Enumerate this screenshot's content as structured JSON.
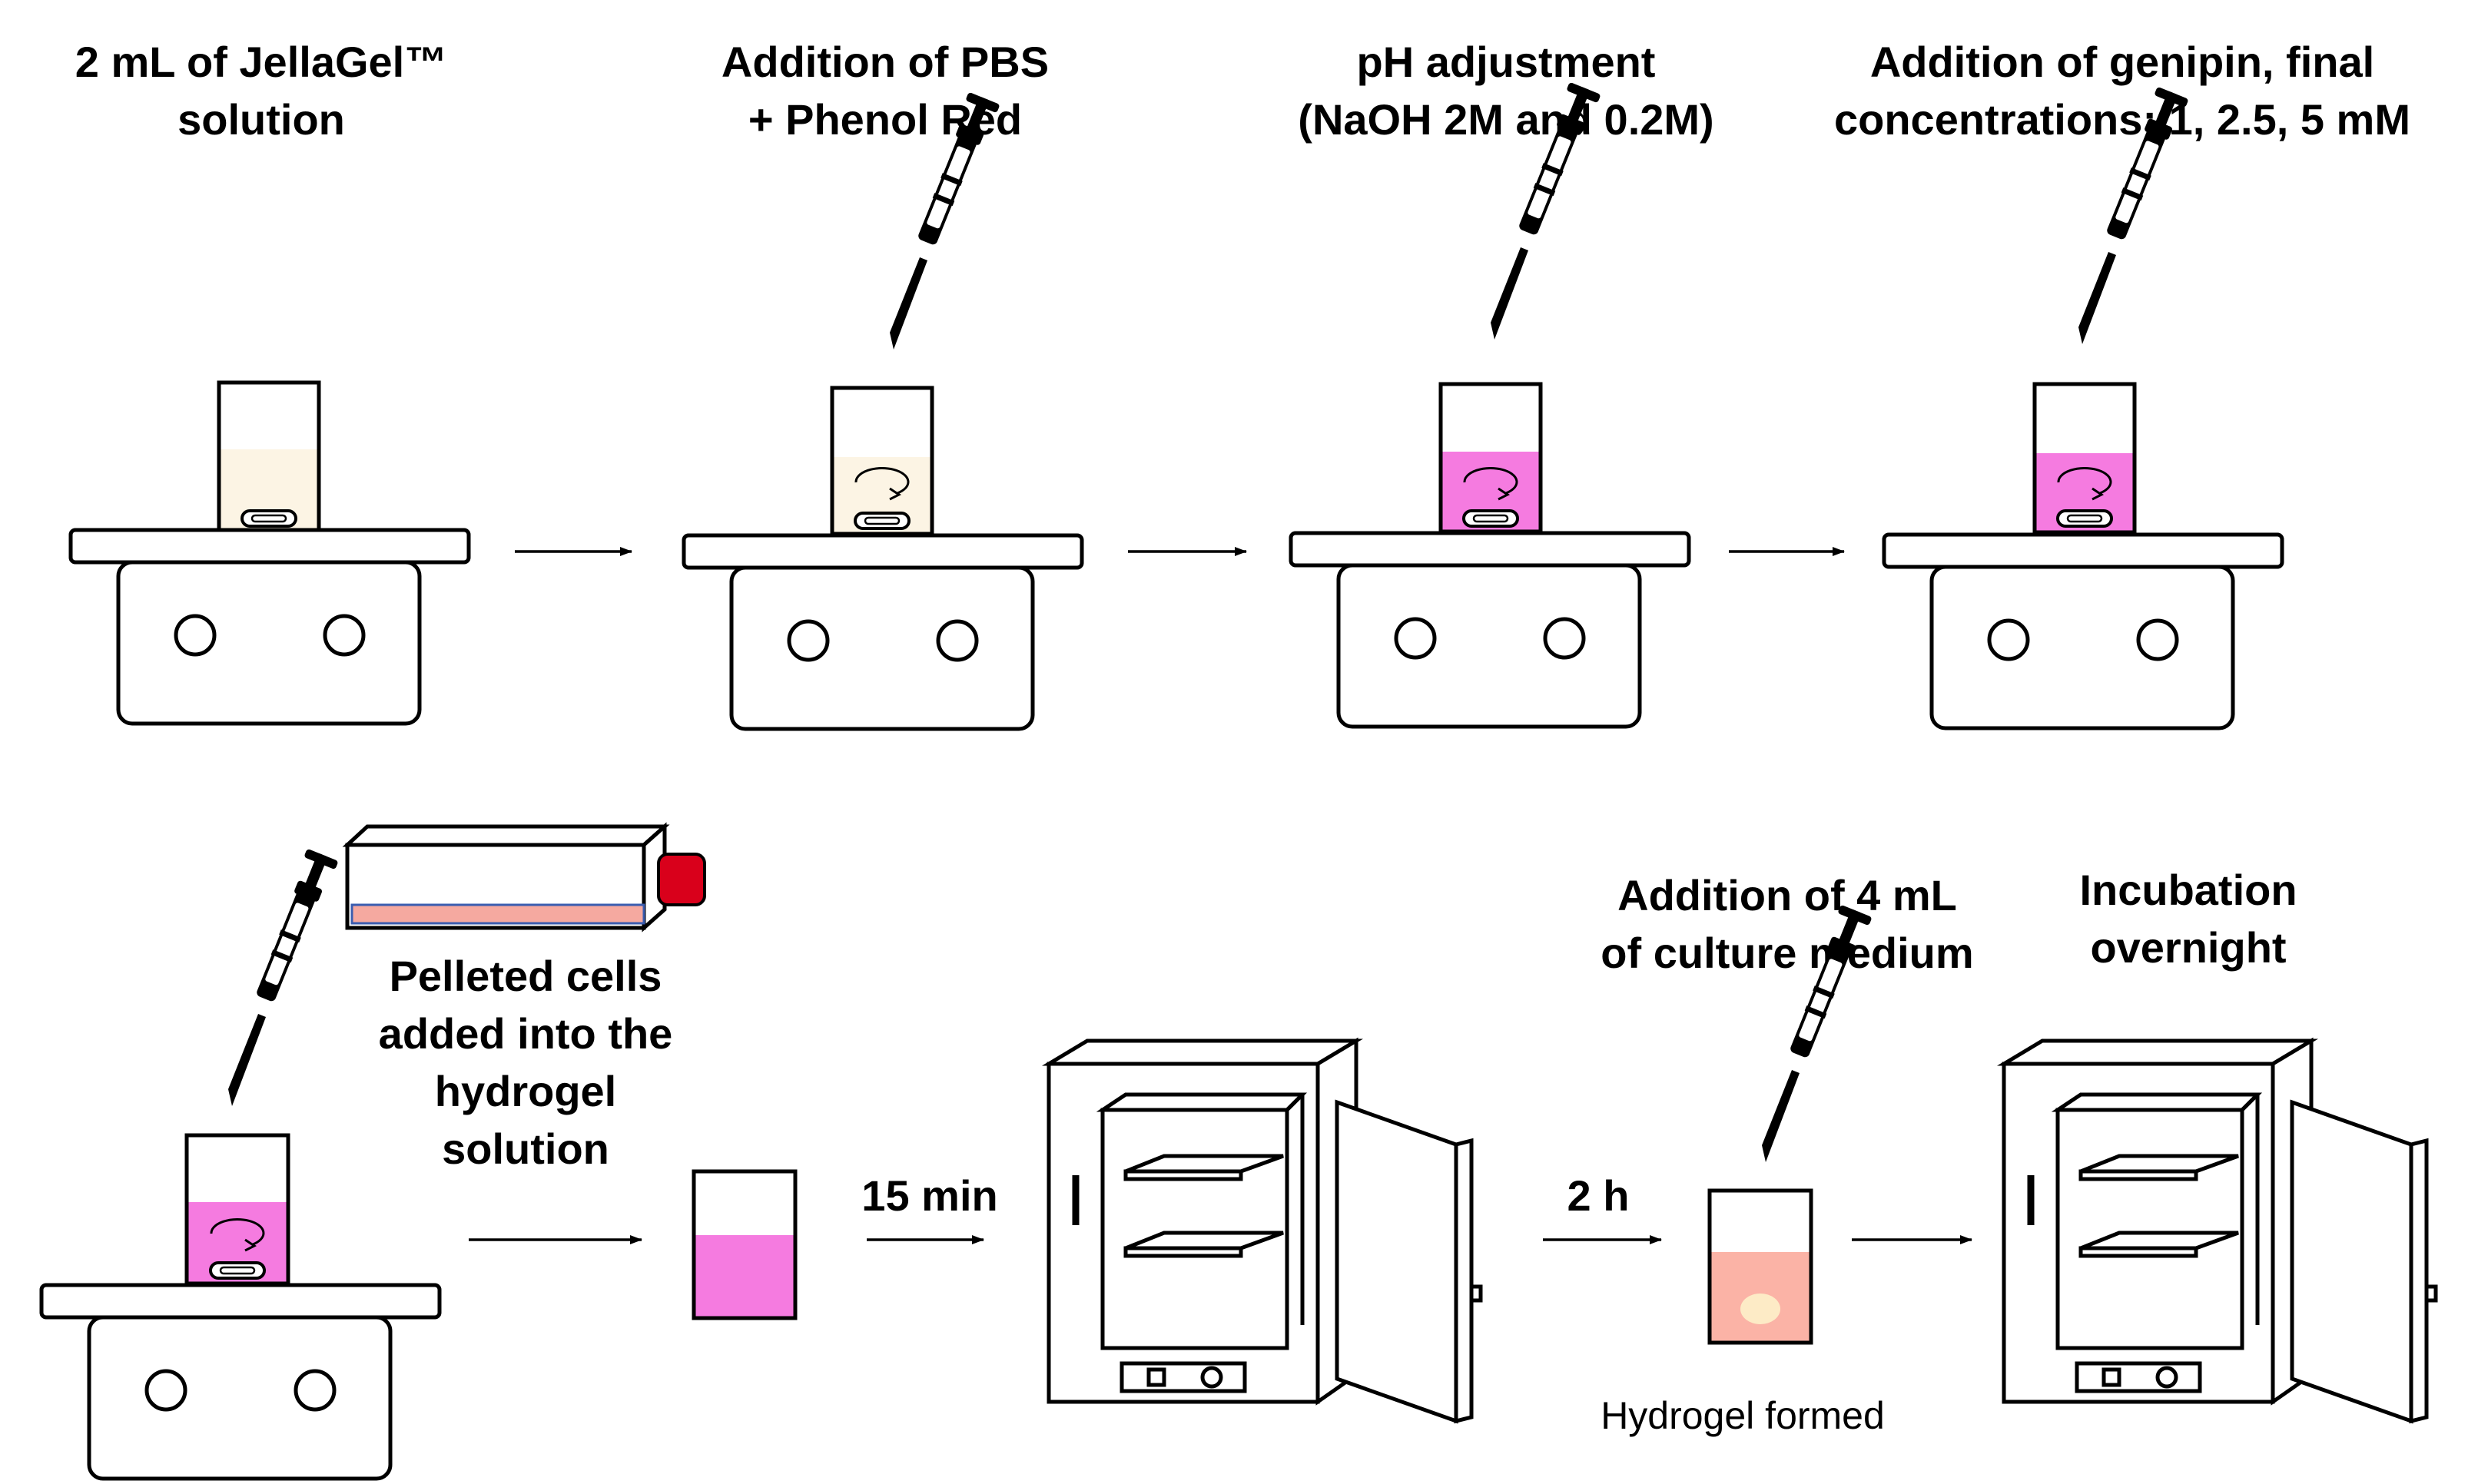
{
  "colors": {
    "pbs_solution": "#fcf4e4",
    "phenol_red_solution": "#f57be0",
    "culture_medium": "#fbb3a6",
    "hydrogel_pellet": "#fdebc6",
    "flask_cap": "#d9001b",
    "flask_medium": "#f5a9a0",
    "line": "#000000"
  },
  "steps": [
    {
      "title_lines": [
        "2 mL of JellaGel™",
        "solution"
      ]
    },
    {
      "title_lines": [
        "Addition of PBS",
        "+ Phenol Red"
      ]
    },
    {
      "title_lines": [
        "pH adjustment",
        "(NaOH 2M and 0.2M)"
      ]
    },
    {
      "title_lines": [
        "Addition of genipin, final",
        "concentrations: 1, 2.5, 5 mM"
      ]
    }
  ],
  "bottom": {
    "cells_lines": [
      "Pelleted cells",
      "added into the",
      "hydrogel",
      "solution"
    ],
    "time_1": "15 min",
    "time_2": "2 h",
    "medium_lines": [
      "Addition of 4 mL",
      "of culture medium"
    ],
    "incubation_lines": [
      "Incubation",
      "overnight"
    ],
    "hydrogel_label": "Hydrogel formed"
  },
  "icons": [
    "stirrer-plate-icon",
    "beaker-icon",
    "stir-bar-icon",
    "pipette-icon",
    "cell-culture-flask-icon",
    "incubator-icon",
    "arrow-icon"
  ]
}
